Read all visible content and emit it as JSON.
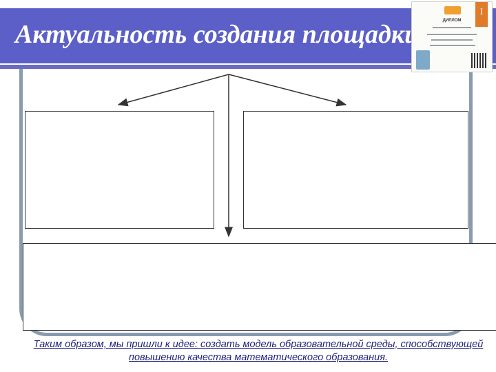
{
  "slide": {
    "title": "Актуальность создания площадки:",
    "conclusion": "Таким образом, мы пришли к идее: создать модель образовательной среды, способствующей повышению качества математического образования."
  },
  "diploma": {
    "label": "ДИПЛОМ",
    "rank": "I"
  },
  "colors": {
    "title_bar": "#5b5fc7",
    "conclusion_text": "#1f1f7a"
  }
}
